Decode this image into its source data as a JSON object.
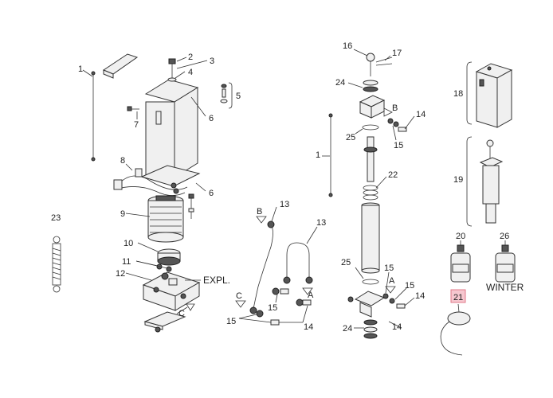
{
  "callouts": {
    "c1a": "1",
    "c1b": "1",
    "c2": "2",
    "c3": "3",
    "c4": "4",
    "c5": "5",
    "c6a": "6",
    "c6b": "6",
    "c7": "7",
    "c8": "8",
    "c9": "9",
    "c10": "10",
    "c11": "11",
    "c12": "12",
    "c13a": "13",
    "c13b": "13",
    "c14a": "14",
    "c14b": "14",
    "c14c": "14",
    "c14d": "14",
    "c15a": "15",
    "c15b": "15",
    "c15c": "15",
    "c15d": "15",
    "c15e": "15",
    "c16": "16",
    "c17": "17",
    "c18": "18",
    "c19": "19",
    "c20": "20",
    "c21": "21",
    "c22": "22",
    "c23": "23",
    "c24a": "24",
    "c24b": "24",
    "c25a": "25",
    "c25b": "25",
    "c26": "26"
  },
  "letters": {
    "b1": "B",
    "b2": "B",
    "a1": "A",
    "a2": "A",
    "c1": "C",
    "c2": "C"
  },
  "texts": {
    "expl": "EXPL.",
    "winter": "WINTER"
  },
  "colors": {
    "line": "#333333",
    "highlight": "#f6c7cf"
  }
}
